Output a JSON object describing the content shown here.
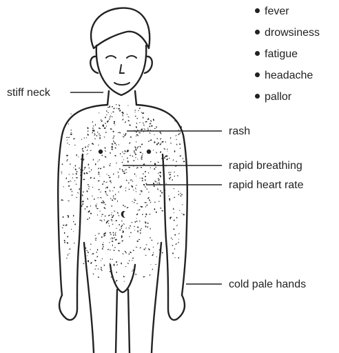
{
  "symptoms": [
    "fever",
    "drowsiness",
    "fatigue",
    "headache",
    "pallor"
  ],
  "callouts": {
    "stiff_neck": "stiff neck",
    "rash": "rash",
    "rapid_breathing": "rapid breathing",
    "rapid_heart_rate": "rapid heart rate",
    "cold_pale_hands": "cold pale hands"
  },
  "colors": {
    "ink": "#222222",
    "background": "#ffffff"
  }
}
